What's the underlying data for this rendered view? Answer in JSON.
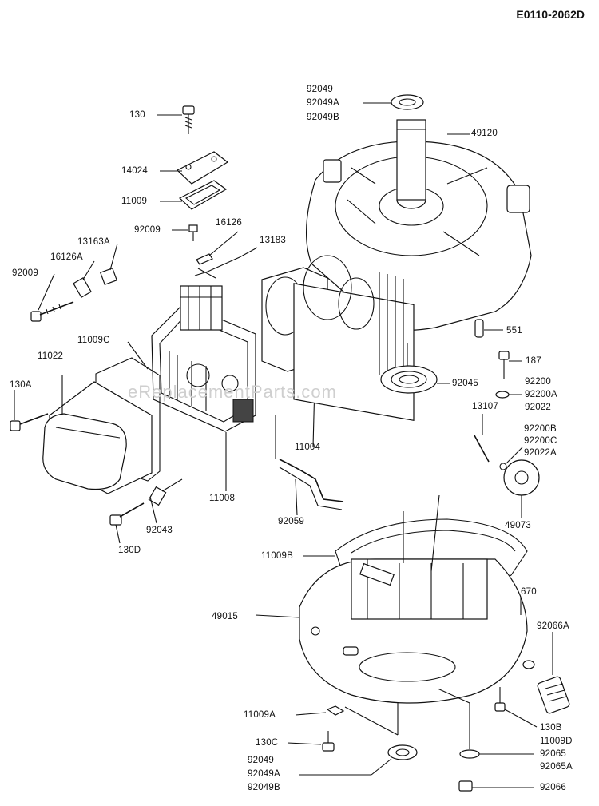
{
  "diagram_code": "E0110-2062D",
  "watermark": "eReplacementParts.com",
  "labels": {
    "p130_top": "130",
    "p14024": "14024",
    "p11009": "11009",
    "p92009_a": "92009",
    "p16126": "16126",
    "p13183": "13183",
    "p13163A": "13163A",
    "p16126A": "16126A",
    "p92009_b": "92009",
    "p11009C": "11009C",
    "p11022": "11022",
    "p130A": "130A",
    "p11008": "11008",
    "p92043": "92043",
    "p130D": "130D",
    "p11004": "11004",
    "p92059": "92059",
    "p92049_top": "92049",
    "p92049A_top": "92049A",
    "p92049B_top": "92049B",
    "p49120": "49120",
    "p551": "551",
    "p92045": "92045",
    "p187": "187",
    "p92200": "92200",
    "p92200A": "92200A",
    "p92022": "92022",
    "p13107": "13107",
    "p92200B": "92200B",
    "p92200C": "92200C",
    "p92022A": "92022A",
    "p49073": "49073",
    "p11009B": "11009B",
    "p670": "670",
    "p49015": "49015",
    "p92066A": "92066A",
    "p11009A": "11009A",
    "p130C": "130C",
    "p130B": "130B",
    "p11009D": "11009D",
    "p92065": "92065",
    "p92065A": "92065A",
    "p92049_bot": "92049",
    "p92049A_bot": "92049A",
    "p92049B_bot": "92049B",
    "p92066": "92066"
  }
}
